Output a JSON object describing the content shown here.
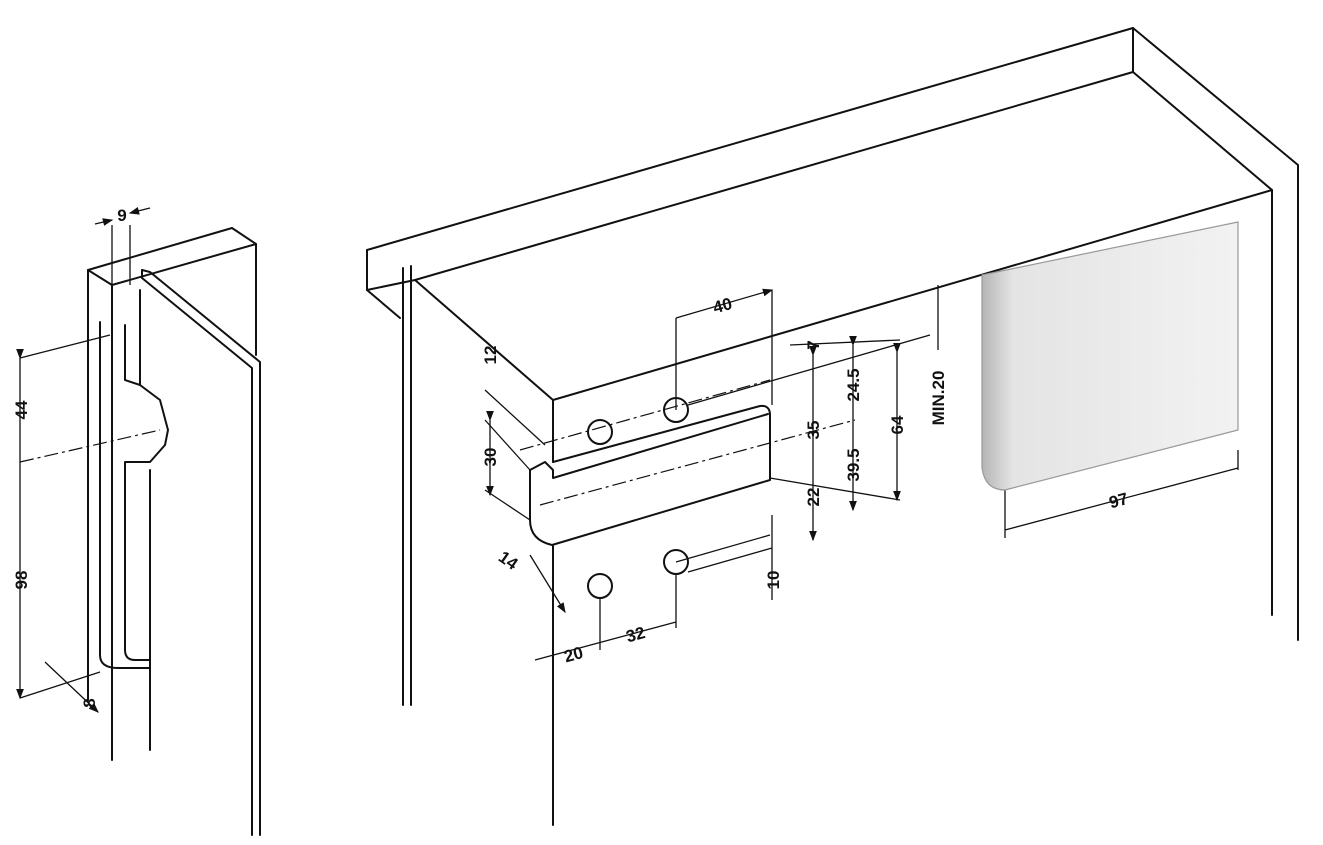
{
  "title": "Mounting dimensions drawing",
  "colors": {
    "line": "#111111",
    "plate_light": "#eeeeee",
    "plate_edge": "#b5b5b5"
  },
  "side_view": {
    "dims": {
      "width": "9",
      "upper": "44",
      "lower": "98",
      "radius": "8"
    }
  },
  "main_view": {
    "dims": {
      "hole_spacing_top": "40",
      "edge_12": "12",
      "d7": "7",
      "d24_5": "24.5",
      "d64": "64",
      "min": "MIN.20",
      "d35": "35",
      "d30": "30",
      "d39_5": "39.5",
      "d22": "22",
      "d14": "14",
      "d10": "10",
      "d20": "20",
      "d32": "32",
      "cover_width": "97"
    }
  }
}
